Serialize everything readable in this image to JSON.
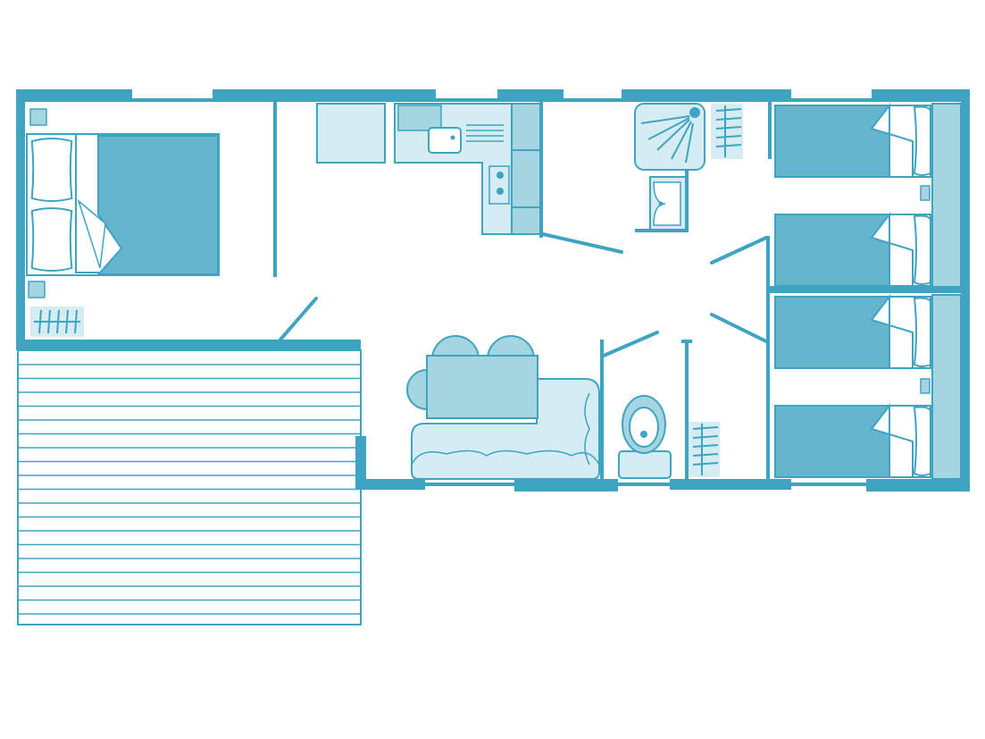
{
  "colors": {
    "wall": "#3fa4c2",
    "furniture_dark": "#65b5cc",
    "furniture_mid": "#a6d5e2",
    "furniture_light": "#d6ecf3",
    "outline": "#3fa4c2",
    "background": "#ffffff"
  },
  "rooms": [
    {
      "name": "master-bedroom",
      "furniture": [
        "double-bed",
        "bedside-table",
        "radiator"
      ]
    },
    {
      "name": "kitchen",
      "furniture": [
        "fridge",
        "sink",
        "hob",
        "oven-column"
      ]
    },
    {
      "name": "shower-room",
      "furniture": [
        "shower",
        "washbasin",
        "radiator"
      ]
    },
    {
      "name": "living-room",
      "furniture": [
        "dining-table",
        "bench-seat"
      ]
    },
    {
      "name": "wc",
      "furniture": [
        "toilet",
        "radiator"
      ]
    },
    {
      "name": "twin-bedroom-1",
      "furniture": [
        "single-bed",
        "single-bed"
      ]
    },
    {
      "name": "twin-bedroom-2",
      "furniture": [
        "single-bed",
        "single-bed"
      ]
    },
    {
      "name": "terrace",
      "furniture": [
        "decking"
      ]
    }
  ]
}
